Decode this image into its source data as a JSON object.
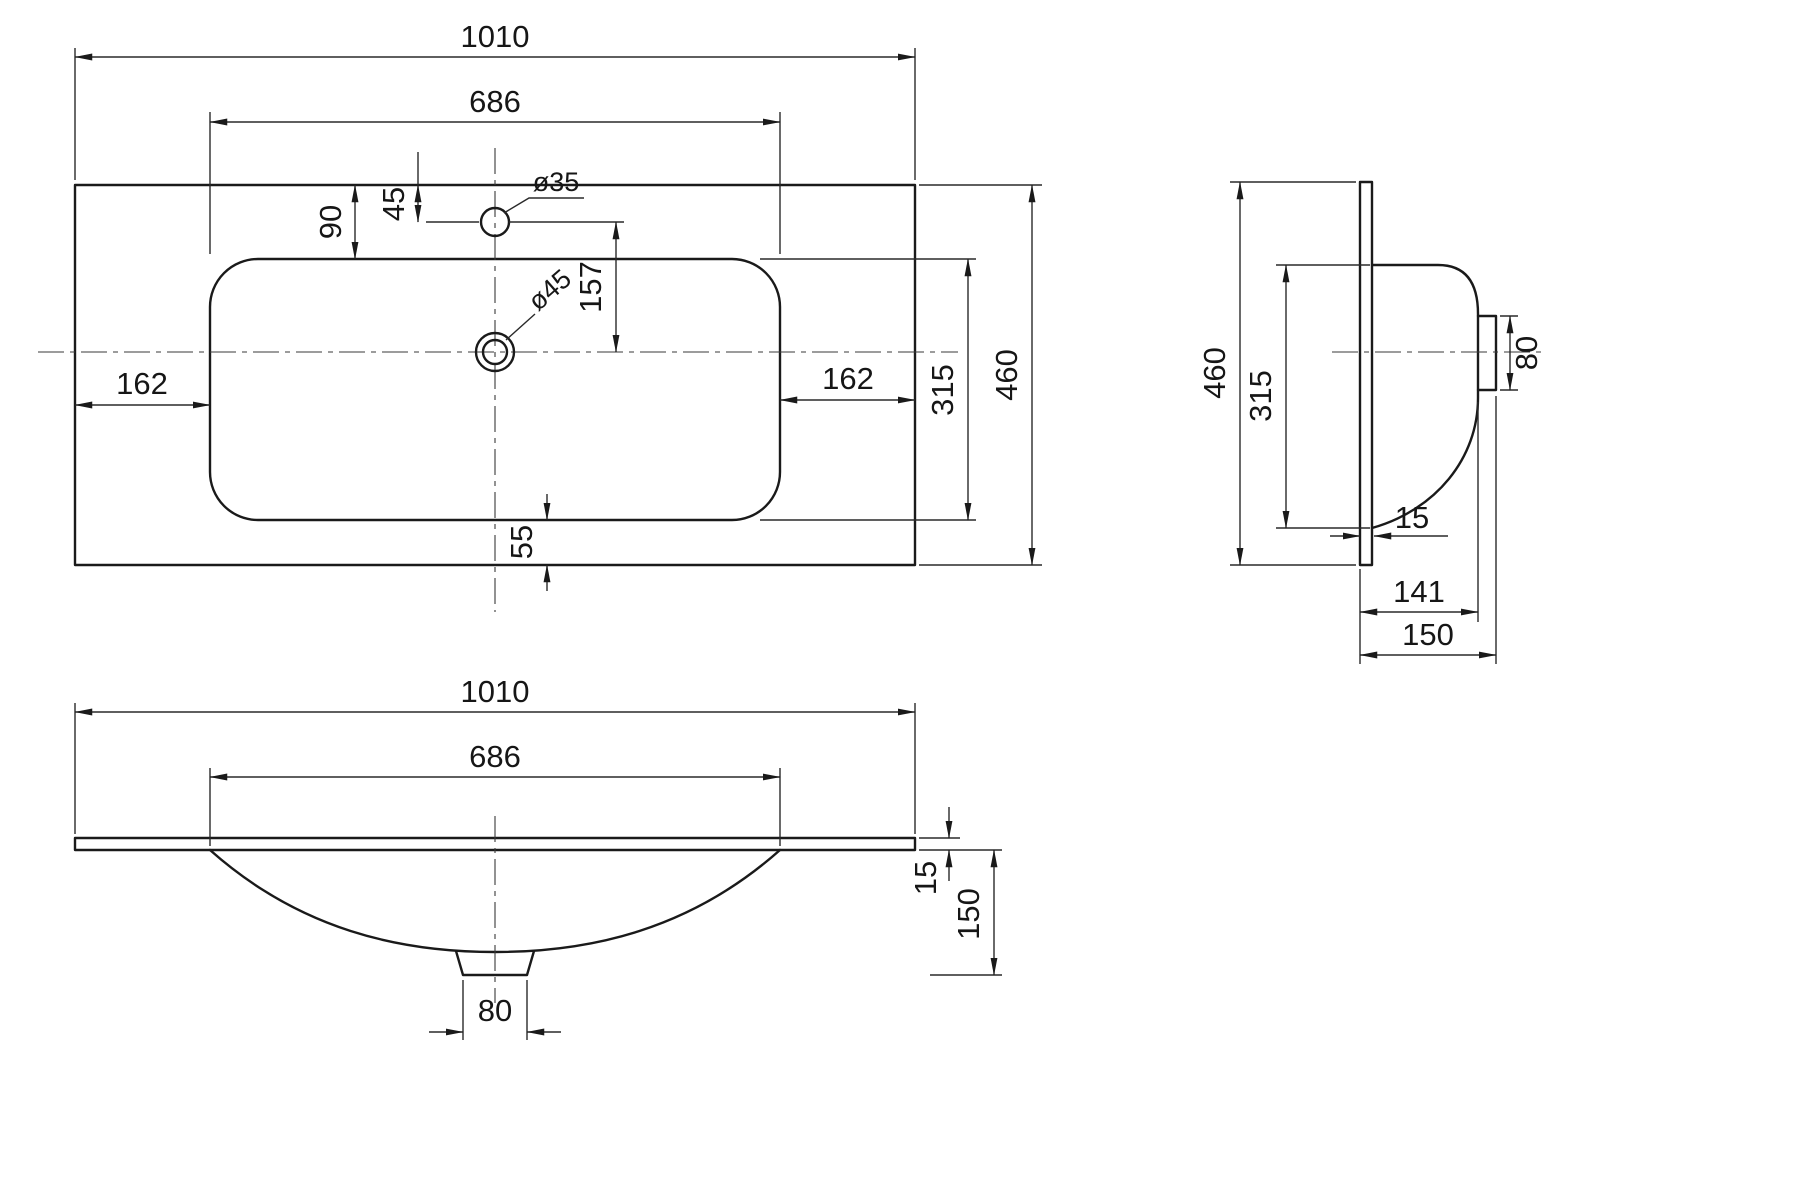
{
  "page": {
    "background": "#ffffff",
    "line_color": "#1a1a1a"
  },
  "views": {
    "top": {
      "overall_width": "1010",
      "basin_width": "686",
      "top_edge_to_basin": "90",
      "top_edge_to_faucet": "45",
      "faucet_hole_diameter": "ø35",
      "drain_hole_diameter": "ø45",
      "faucet_to_centerline": "157",
      "basin_depth": "315",
      "overall_depth": "460",
      "left_edge_to_basin": "162",
      "right_edge_to_basin": "162",
      "basin_to_bottom_edge": "55"
    },
    "side": {
      "overall_height": "460",
      "basin_opening_height": "315",
      "front_rim_height": "80",
      "panel_thickness": "15",
      "bowl_depth": "141",
      "overall_depth": "150"
    },
    "front": {
      "overall_width": "1010",
      "basin_width": "686",
      "top_thickness": "15",
      "bowl_height": "150",
      "drain_width": "80"
    }
  }
}
